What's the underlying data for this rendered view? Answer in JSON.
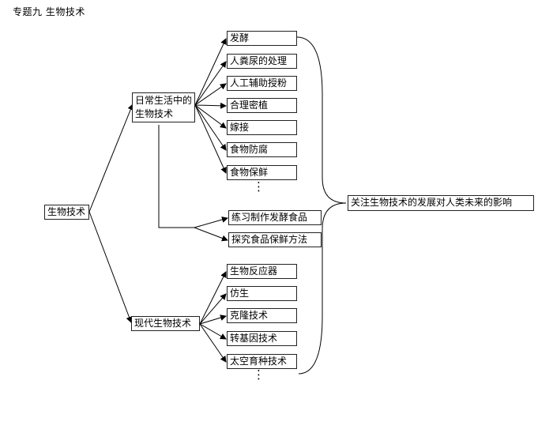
{
  "header": "专题九  生物技术",
  "root": "生物技术",
  "daily": {
    "label": "日常生活中的生物技术",
    "items": [
      "发酵",
      "人粪尿的处理",
      "人工辅助授粉",
      "合理密植",
      "嫁接",
      "食物防腐",
      "食物保鲜"
    ]
  },
  "practice": [
    "练习制作发酵食品",
    "探究食品保鲜方法"
  ],
  "modern": {
    "label": "现代生物技术",
    "items": [
      "生物反应器",
      "仿生",
      "克隆技术",
      "转基因技术",
      "太空育种技术"
    ]
  },
  "conclusion": "关注生物技术的发展对人类未来的影响",
  "ellipsis": "⋮"
}
